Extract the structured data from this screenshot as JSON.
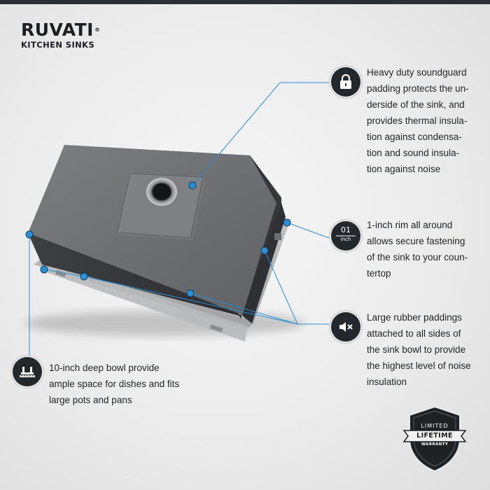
{
  "brand": {
    "name": "RUVATI",
    "trademark": "®",
    "tagline": "KITCHEN SINKS"
  },
  "features": {
    "soundguard": {
      "icon": "lock-icon",
      "lines": [
        "Heavy duty soundguard",
        "padding protects the un-",
        "derside of the sink, and",
        "provides thermal insula-",
        "tion against condensa-",
        "tion and sound insula-",
        "tion against noise"
      ]
    },
    "rim": {
      "icon": "rim-icon",
      "icon_top": "01",
      "icon_bottom": "inch",
      "lines": [
        "1-inch rim all around",
        "allows secure fastening",
        "of the sink to your coun-",
        "tertop"
      ]
    },
    "rubber": {
      "icon": "mute-icon",
      "lines": [
        "Large rubber paddings",
        "attached to all sides of",
        "the sink bowl to provide",
        "the highest level of noise",
        "insulation"
      ]
    },
    "bowl": {
      "icon": "depth-ruler-icon",
      "lines": [
        "10-inch deep bowl provide",
        "ample space for dishes and fits",
        "large pots and pans"
      ]
    }
  },
  "warranty": {
    "line1": "LIMITED",
    "line2": "LIFETIME",
    "line3": "WARRANTY"
  },
  "colors": {
    "accent": "#2a8fd6",
    "dark": "#23282d",
    "background": "#ececec"
  }
}
